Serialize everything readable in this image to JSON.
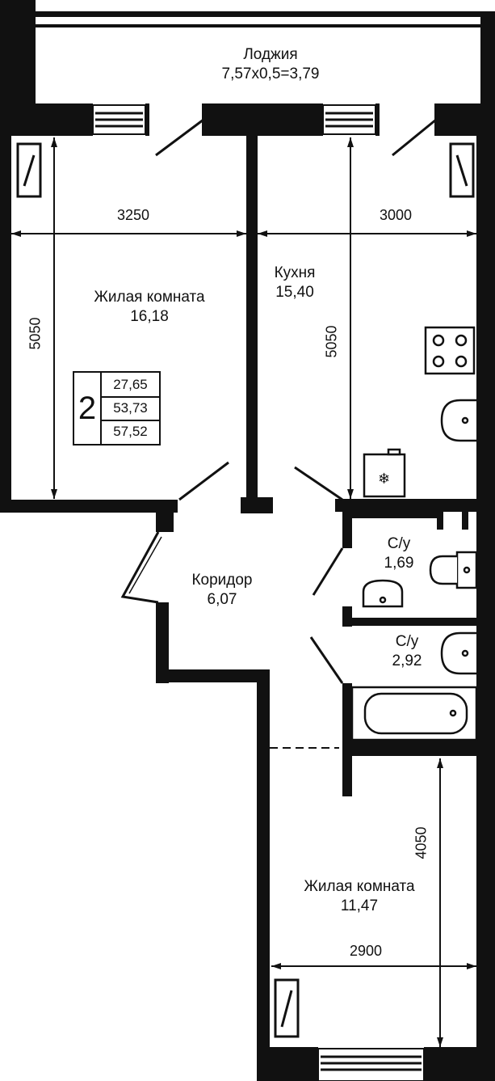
{
  "rooms": {
    "loggia": {
      "name": "Лоджия",
      "area": "7,57х0,5=3,79"
    },
    "living1": {
      "name": "Жилая комната",
      "area": "16,18"
    },
    "kitchen": {
      "name": "Кухня",
      "area": "15,40"
    },
    "corridor": {
      "name": "Коридор",
      "area": "6,07"
    },
    "wc1": {
      "name": "С/у",
      "area": "1,69"
    },
    "wc2": {
      "name": "С/у",
      "area": "2,92"
    },
    "living2": {
      "name": "Жилая комната",
      "area": "11,47"
    }
  },
  "dimensions": {
    "living1_width": "3250",
    "kitchen_width": "3000",
    "living1_depth": "5050",
    "kitchen_depth": "5050",
    "living2_depth": "4050",
    "living2_width": "2900"
  },
  "summary": {
    "rooms_count": "2",
    "living_area": "27,65",
    "total_area": "53,73",
    "total_with_loggia": "57,52"
  },
  "colors": {
    "wall": "#111111",
    "background": "#ffffff"
  }
}
